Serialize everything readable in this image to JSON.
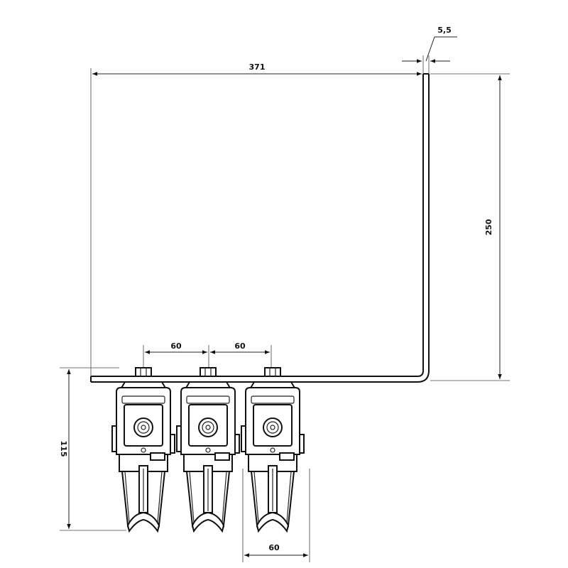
{
  "dimensions": {
    "thickness": "5,5",
    "width": "371",
    "height": "250",
    "spacing_left": "60",
    "spacing_right": "60",
    "clamp_height": "115",
    "clamp_width": "60"
  },
  "clamps": [
    {
      "name": "clamp-1"
    },
    {
      "name": "clamp-2"
    },
    {
      "name": "clamp-3"
    }
  ],
  "colors": {
    "line": "#111111",
    "background": "#ffffff"
  }
}
